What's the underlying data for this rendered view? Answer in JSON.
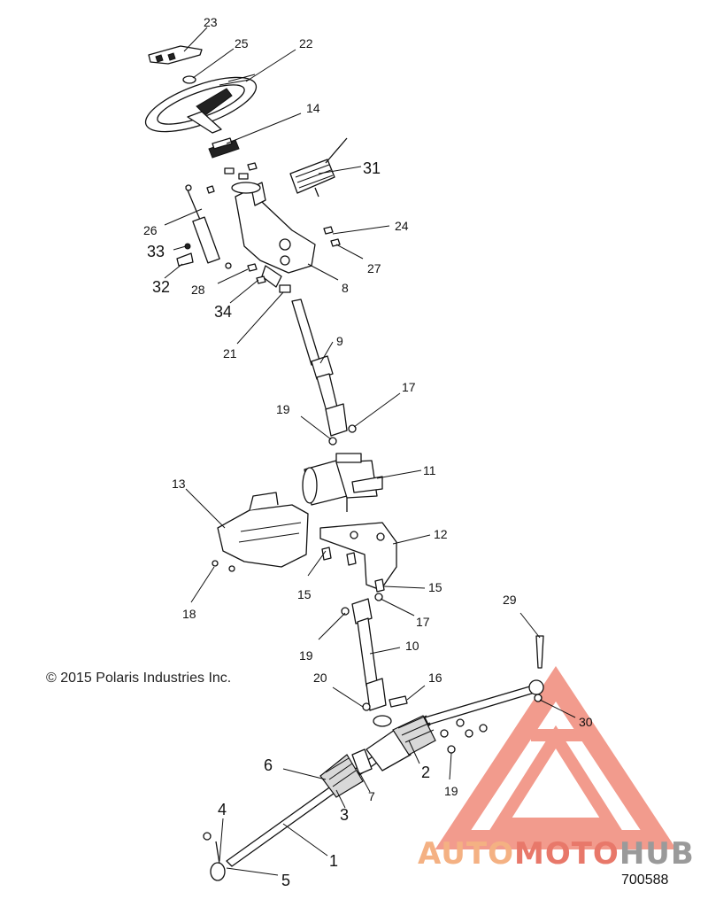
{
  "copyright": "© 2015 Polaris Industries Inc.",
  "diagram_number": "700588",
  "watermark": {
    "part1": "AUTO",
    "part2": "MOTO",
    "part3": "HUB",
    "colors": {
      "auto": "#f4b183",
      "moto": "#e8786a",
      "hub": "#9a9a9a",
      "triangle": "#f08a7a"
    }
  },
  "callouts": [
    "23",
    "25",
    "22",
    "14",
    "31",
    "26",
    "24",
    "33",
    "27",
    "32",
    "28",
    "8",
    "34",
    "21",
    "9",
    "17",
    "19",
    "11",
    "13",
    "12",
    "15",
    "15",
    "18",
    "17",
    "29",
    "19",
    "10",
    "20",
    "16",
    "30",
    "6",
    "2",
    "7",
    "3",
    "19",
    "4",
    "1",
    "5"
  ]
}
